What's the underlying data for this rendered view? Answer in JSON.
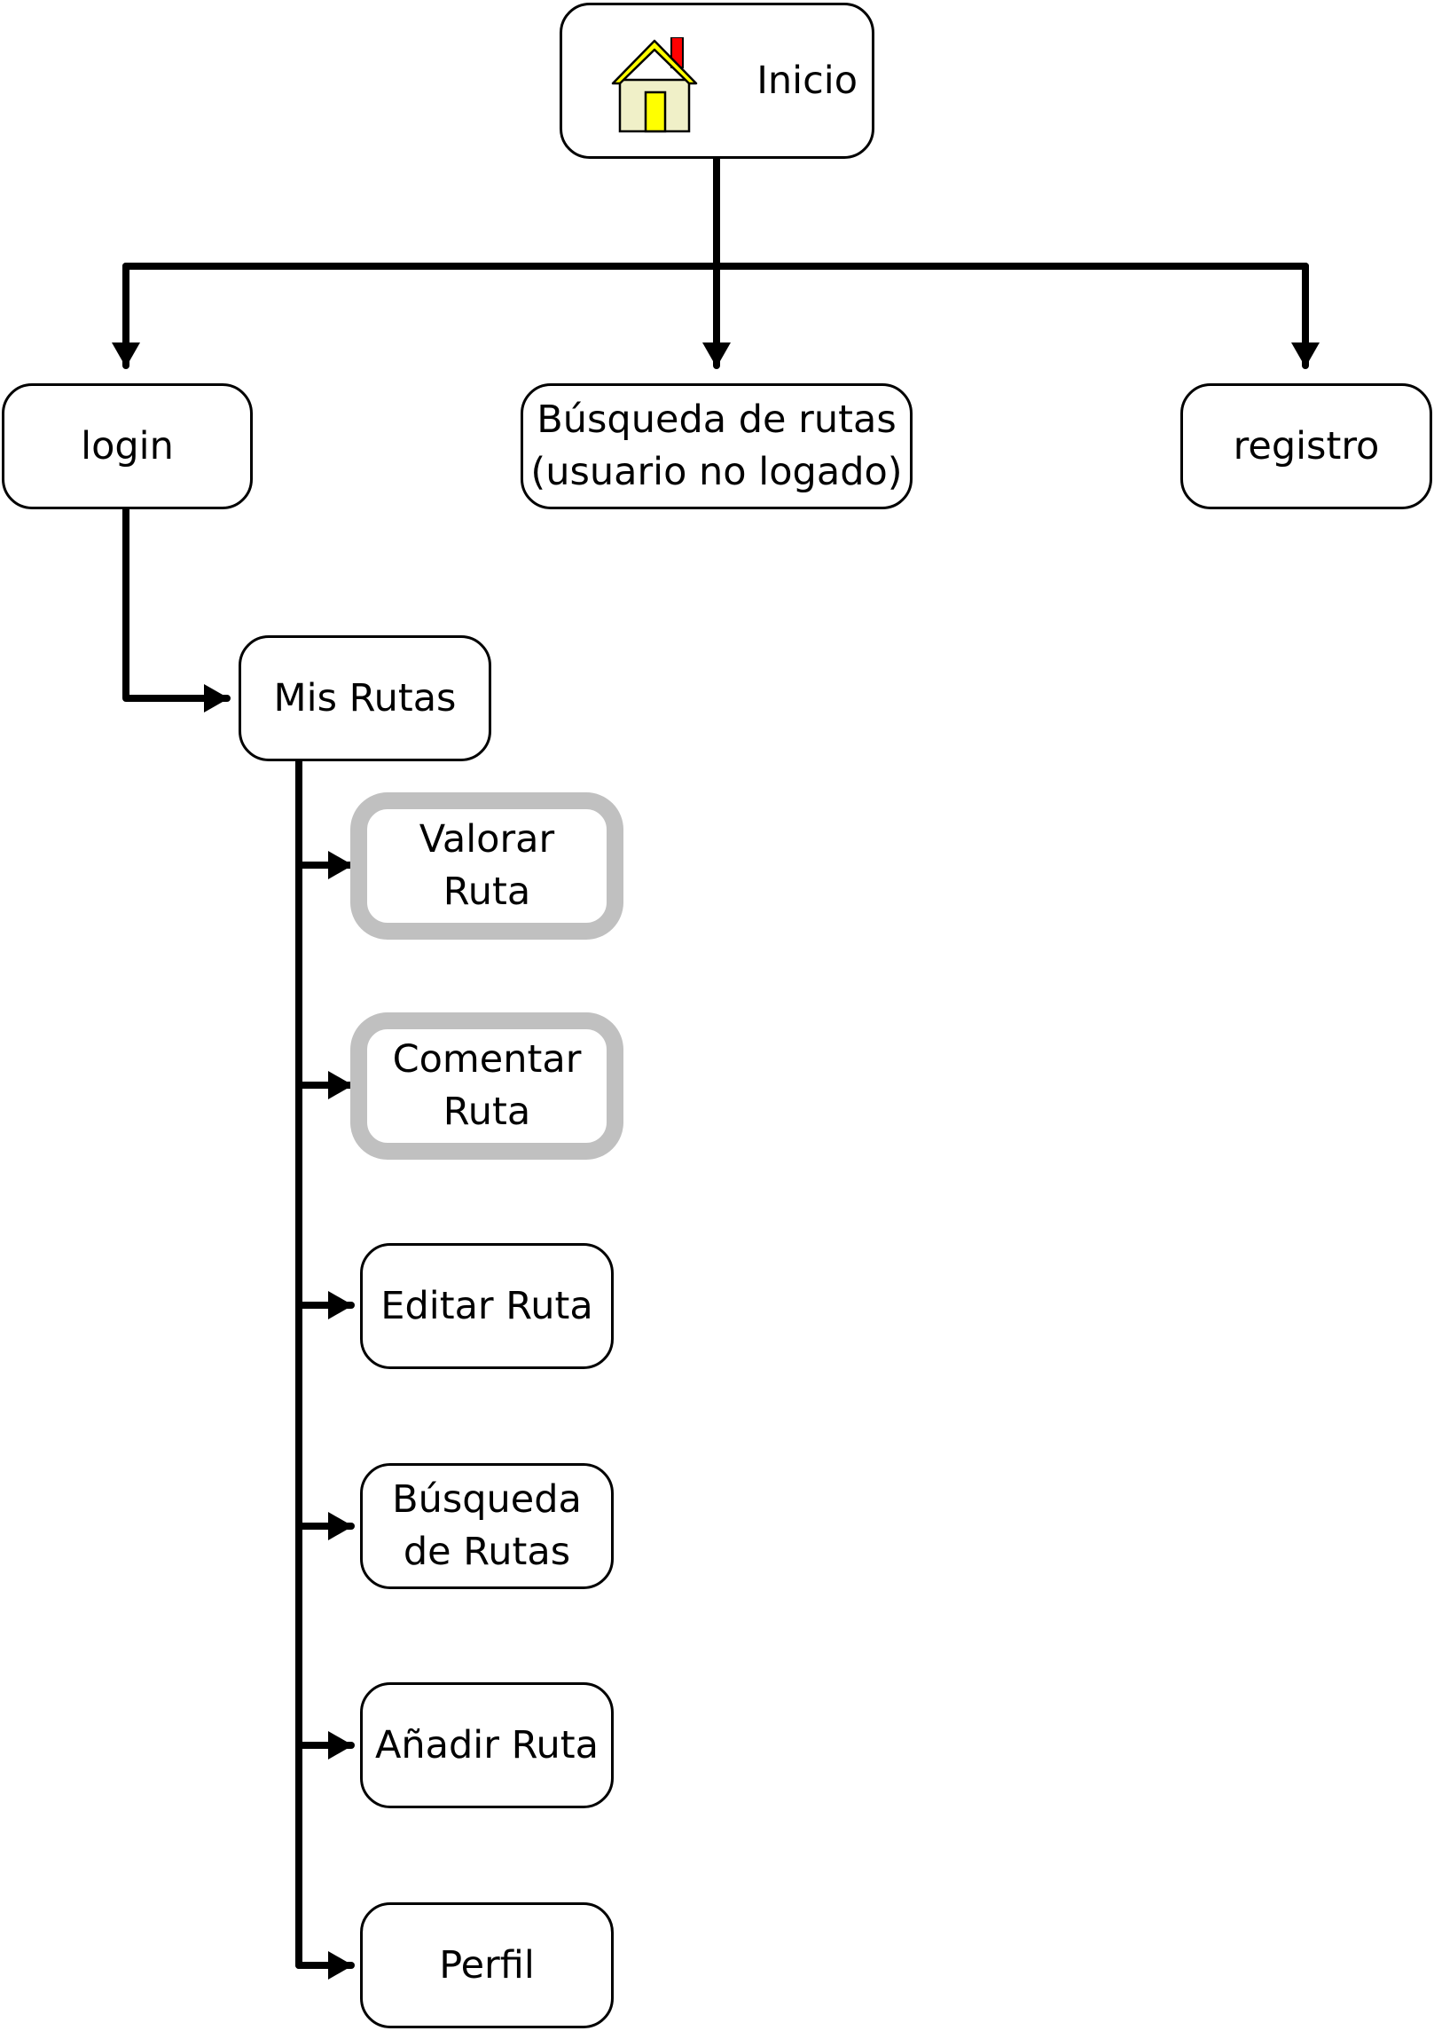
{
  "root": {
    "label": "Inicio",
    "icon": "house-icon"
  },
  "level1": [
    {
      "id": "login",
      "label": "login"
    },
    {
      "id": "busqueda-publica",
      "label": "Búsqueda de rutas\n(usuario no logado)"
    },
    {
      "id": "registro",
      "label": "registro"
    }
  ],
  "mis_rutas": {
    "label": "Mis Rutas"
  },
  "sub_items": [
    {
      "id": "valorar",
      "label": "Valorar\nRuta",
      "style": "highlighted"
    },
    {
      "id": "comentar",
      "label": "Comentar\nRuta",
      "style": "highlighted"
    },
    {
      "id": "editar",
      "label": "Editar Ruta",
      "style": "normal"
    },
    {
      "id": "busqueda",
      "label": "Búsqueda\nde Rutas",
      "style": "normal"
    },
    {
      "id": "anadir",
      "label": "Añadir Ruta",
      "style": "normal"
    },
    {
      "id": "perfil",
      "label": "Perfil",
      "style": "normal"
    }
  ],
  "colors": {
    "line": "#000000",
    "highlight_border": "#c0c0c0",
    "house_wall": "#f0f0c8",
    "house_roof": "#ffff00",
    "house_door": "#ffff00",
    "chimney": "#ff0000"
  }
}
